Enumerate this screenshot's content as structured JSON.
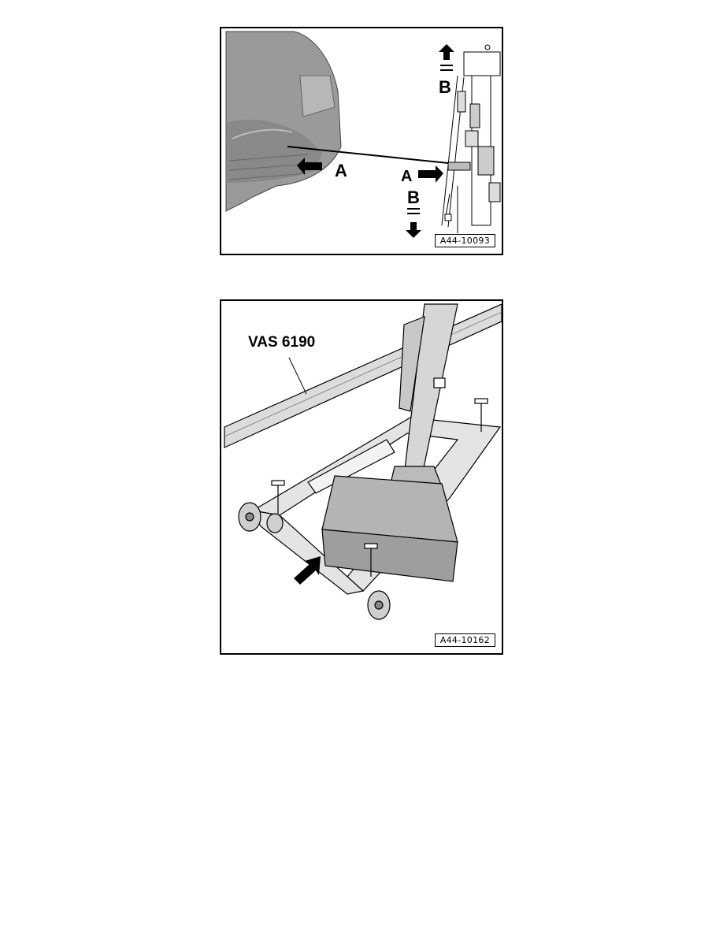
{
  "figure1": {
    "id_label": "A44-10093",
    "callouts": {
      "a_left": "A",
      "a_right": "A",
      "b_top": "B",
      "b_bottom": "B"
    }
  },
  "figure2": {
    "id_label": "A44-10162",
    "tool_label": "VAS 6190"
  },
  "colors": {
    "border": "#000000",
    "car_body": "#9a9a9a",
    "frame": "#dcdcdc",
    "box": "#a8a8a8"
  }
}
